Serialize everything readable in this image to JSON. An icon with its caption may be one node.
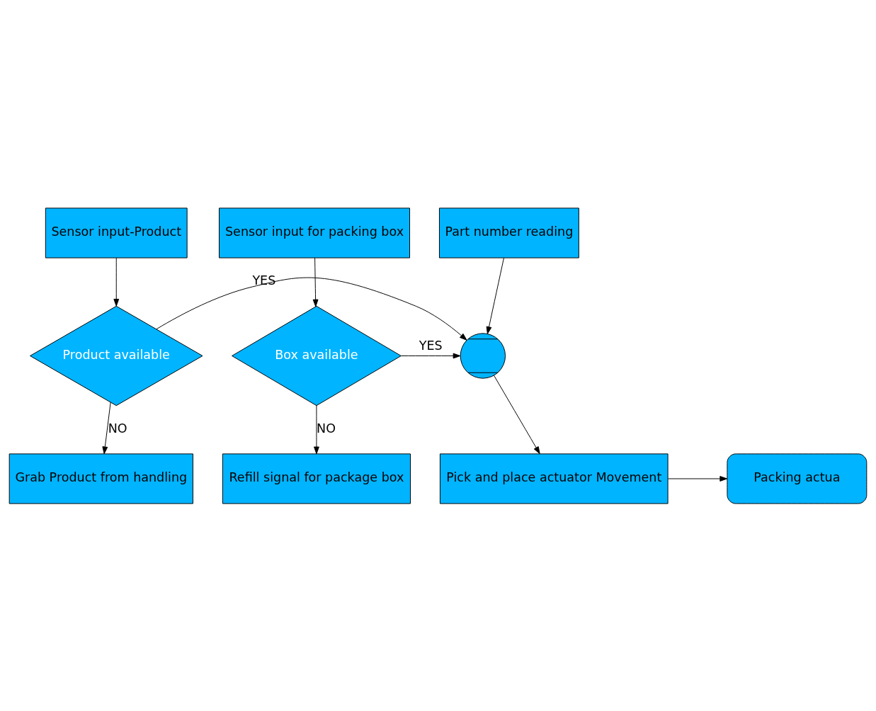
{
  "diagram": {
    "nodes": [
      {
        "text": [
          "Sensor input-Product"
        ]
      },
      {
        "text": [
          "Sensor input for packing box"
        ]
      },
      {
        "text": [
          "Part number reading"
        ]
      },
      {
        "text": [
          "Product available"
        ]
      },
      {
        "text": [],
        "shape": "circle"
      },
      {
        "text": [
          "Box available"
        ]
      },
      {
        "text": [
          "Grab Product from handling"
        ]
      },
      {
        "text": [
          "Refill signal for package box"
        ]
      },
      {
        "text": [
          "Pick and place actuator Movement"
        ]
      },
      {
        "text": [
          "Packing actua"
        ]
      }
    ],
    "edges": [
      {
        "from": 0,
        "to": 3,
        "arrow": "to"
      },
      {
        "from": 1,
        "to": 5,
        "arrow": "to"
      },
      {
        "from": 2,
        "to": 4,
        "arrow": "to"
      },
      {
        "from": 3,
        "to": 4,
        "arrow": "to",
        "label": "YES"
      },
      {
        "from": 5,
        "to": 4,
        "arrow": "to",
        "label": "YES"
      },
      {
        "from": 3,
        "to": 6,
        "arrow": "to",
        "label": "NO"
      },
      {
        "from": 5,
        "to": 7,
        "arrow": "to",
        "label": "NO"
      },
      {
        "from": 4,
        "to": 8,
        "arrow": "to"
      },
      {
        "from": 8,
        "to": 9,
        "arrow": "to"
      }
    ]
  }
}
